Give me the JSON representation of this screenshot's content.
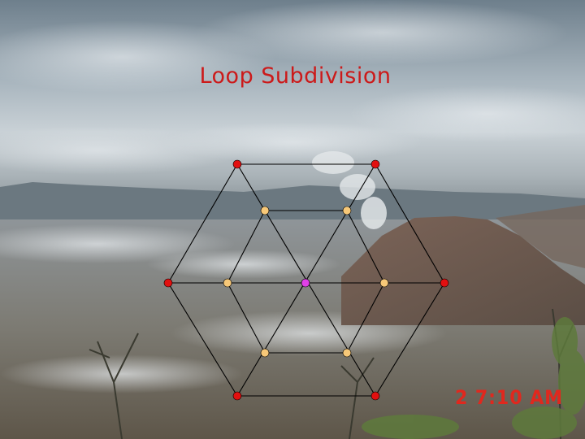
{
  "slide": {
    "title": "Loop Subdivision",
    "timestamp": "2  7:10 AM"
  },
  "colors": {
    "title": "#cc1a1a",
    "original_vertex": "#e21010",
    "center_vertex": "#e040e8",
    "edge_vertex": "#f7c878",
    "edge": "#000000",
    "timestamp": "#e0281e"
  },
  "background": {
    "description_icon": "mountain-photo",
    "elements": [
      "sky",
      "cloud-layer",
      "ridge",
      "volcano",
      "steam-plume",
      "plains",
      "shrubs"
    ]
  },
  "mesh": {
    "vertex_types": [
      "original",
      "center",
      "edge-midpoint"
    ],
    "original_count": 6,
    "center_count": 1,
    "new_edge_vertex_count": 6
  }
}
